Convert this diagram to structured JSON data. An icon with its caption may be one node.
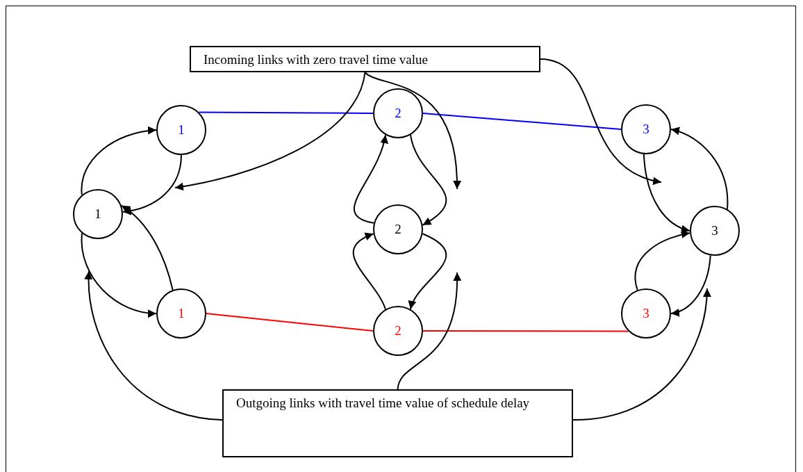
{
  "diagram": {
    "nodes": [
      {
        "text": [
          "Incoming links with zero travel time value"
        ]
      },
      {
        "text": [
          "1"
        ]
      },
      {
        "text": [
          "2"
        ]
      },
      {
        "text": [
          "3"
        ]
      },
      {
        "text": [
          "1"
        ]
      },
      {
        "text": [
          "2"
        ]
      },
      {
        "text": [
          "3"
        ]
      },
      {
        "text": [
          "1"
        ]
      },
      {
        "text": [
          "2"
        ]
      },
      {
        "text": [
          "3"
        ]
      },
      {
        "text": [
          "Outgoing links with travel time value of schedule delay"
        ]
      }
    ],
    "edges": [
      {
        "from": 4,
        "to": 1,
        "arrow": "to"
      },
      {
        "from": 1,
        "to": 4,
        "arrow": "to"
      },
      {
        "from": 4,
        "to": 7,
        "arrow": "to"
      },
      {
        "from": 7,
        "to": 4,
        "arrow": "to"
      },
      {
        "from": 1,
        "to": 2,
        "arrow": "none",
        "color": "#0000ff"
      },
      {
        "from": 2,
        "to": 3,
        "arrow": "none",
        "color": "#0000ff"
      },
      {
        "from": 7,
        "to": 8,
        "arrow": "none",
        "color": "#ff0000"
      },
      {
        "from": 8,
        "to": 9,
        "arrow": "none",
        "color": "#ff0000"
      },
      {
        "from": 5,
        "to": 2,
        "arrow": "to"
      },
      {
        "from": 8,
        "to": 5,
        "arrow": "to"
      },
      {
        "from": 2,
        "to": 5,
        "arrow": "to"
      },
      {
        "from": 5,
        "to": 8,
        "arrow": "to"
      },
      {
        "from": 3,
        "to": 6,
        "arrow": "to"
      },
      {
        "from": 6,
        "to": 3,
        "arrow": "to"
      },
      {
        "from": 9,
        "to": 6,
        "arrow": "to"
      },
      {
        "from": 6,
        "to": 9,
        "arrow": "to"
      },
      {
        "from": 0,
        "to": null,
        "arrow": "to"
      },
      {
        "from": 0,
        "to": null,
        "arrow": "to"
      },
      {
        "from": 0,
        "to": null,
        "arrow": "to"
      },
      {
        "from": 10,
        "to": null,
        "arrow": "to"
      },
      {
        "from": 10,
        "to": null,
        "arrow": "to"
      },
      {
        "from": 10,
        "to": null,
        "arrow": "to"
      }
    ]
  }
}
